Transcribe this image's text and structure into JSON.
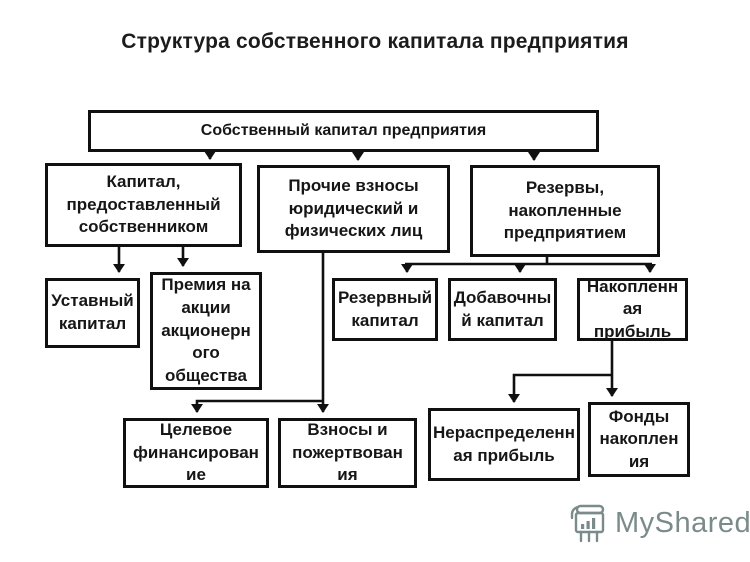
{
  "title": "Структура собственного капитала предприятия",
  "colors": {
    "box_border": "#101010",
    "text": "#161616",
    "background": "#ffffff",
    "watermark": "#7b8a8a"
  },
  "nodes": {
    "root": {
      "label": "Собственный капитал предприятия"
    },
    "owner_capital": {
      "label": "Капитал,\nпредоставленный\nсобственником"
    },
    "other_contributions": {
      "label": "Прочие взносы\nюридический и\nфизических лиц"
    },
    "reserves": {
      "label": "Резервы,\nнакопленные\nпредприятием"
    },
    "charter_capital": {
      "label": "Уставный\nкапитал"
    },
    "share_premium": {
      "label": "Премия на\nакции\nакционерн\nого\nобщества"
    },
    "reserve_capital": {
      "label": "Резервный\nкапитал"
    },
    "additional_capital": {
      "label": "Добавочны\nй капитал"
    },
    "accumulated_profit": {
      "label": "Накопленн\nая прибыль"
    },
    "targeted_financing": {
      "label": "Целевое\nфинансирован\nие"
    },
    "donations": {
      "label": "Взносы и\nпожертвован\nия"
    },
    "retained_earnings": {
      "label": "Нераспределенн\nая прибыль"
    },
    "accumulation_funds": {
      "label": "Фонды\nнакоплен\nия"
    }
  },
  "watermark": {
    "label": "MyShared"
  }
}
